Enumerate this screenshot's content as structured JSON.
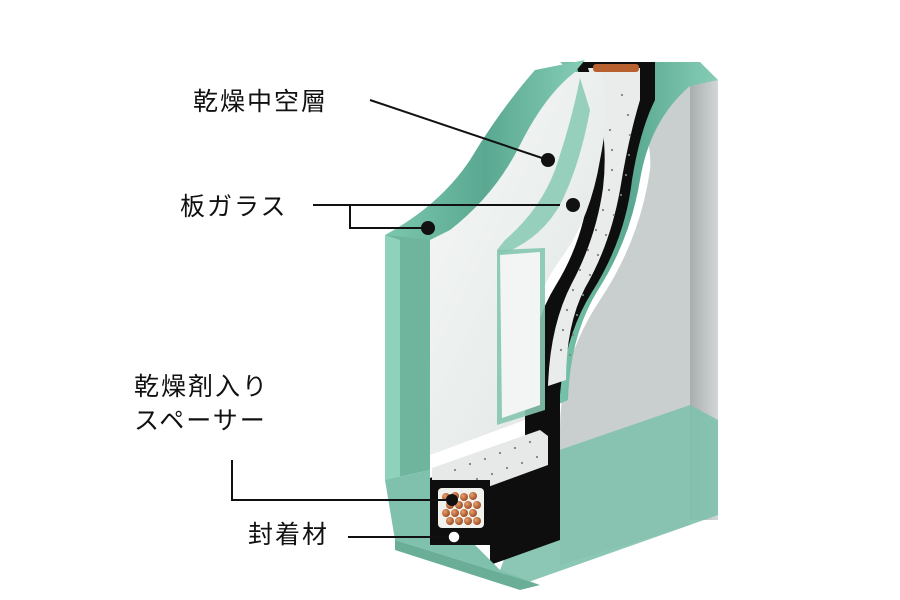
{
  "labels": {
    "dry_hollow_layer": "乾燥中空層",
    "plate_glass": "板ガラス",
    "spacer_line1": "乾燥剤入り",
    "spacer_line2": "スペーサー",
    "sealant": "封着材"
  },
  "colors": {
    "glass_edge": "#6cb9a0",
    "glass_face": "#eef1f0",
    "spacer_frame": "#0d0d0d",
    "desiccant": "#b85a2a",
    "leader_line": "#111111"
  }
}
